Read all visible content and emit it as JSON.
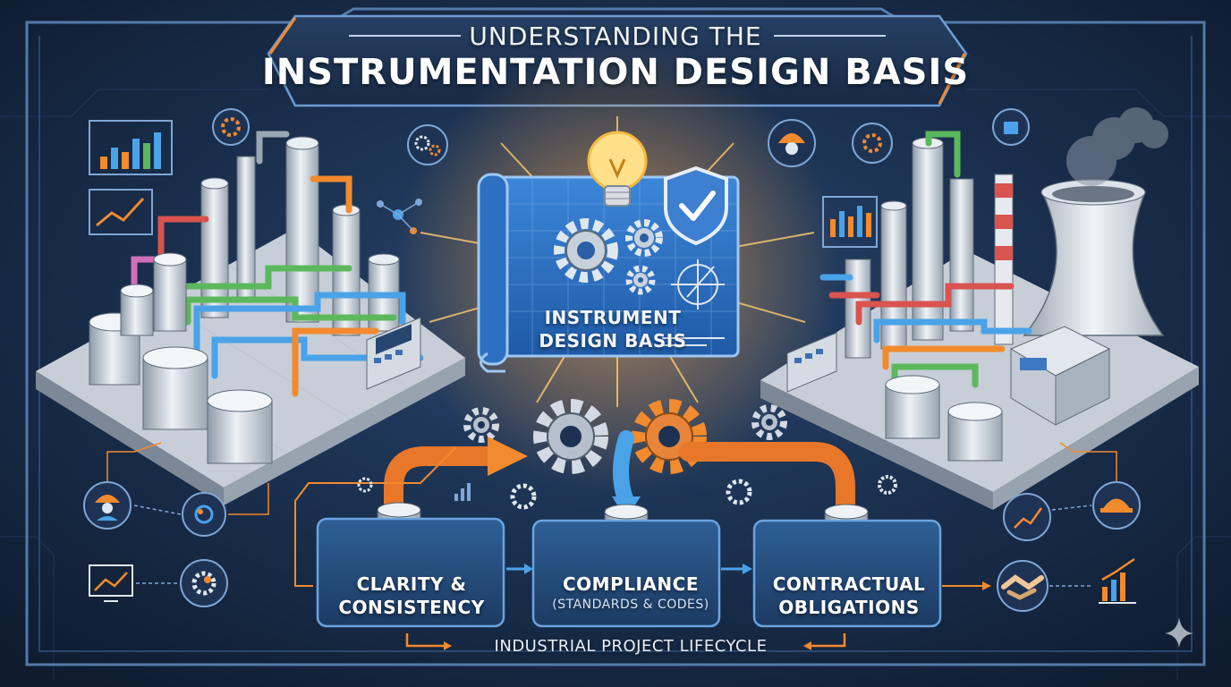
{
  "header": {
    "title_line1": "UNDERSTANDING THE",
    "title_line2": "INSTRUMENTATION DESIGN BASIS"
  },
  "blueprint": {
    "label": "INSTRUMENT\nDESIGN BASIS"
  },
  "flow": {
    "boxes": [
      {
        "label": "CLARITY &\nCONSISTENCY",
        "sublabel": ""
      },
      {
        "label": "COMPLIANCE",
        "sublabel": "(STANDARDS & CODES)"
      },
      {
        "label": "CONTRACTUAL\nOBLIGATIONS",
        "sublabel": ""
      }
    ],
    "lifecycle_label": "INDUSTRIAL PROJECT LIFECYCLE"
  },
  "colors": {
    "background": "#14233b",
    "panel": "#1d3a63",
    "accent_orange": "#f28a2e",
    "accent_blue": "#4aa3e8",
    "pipe_green": "#5cb85c",
    "pipe_red": "#d9534f",
    "steel": "#c9d2dc"
  },
  "icons": [
    "lightbulb-icon",
    "shield-check-icon",
    "gear-icon",
    "bar-chart-icon",
    "line-chart-icon",
    "hard-hat-worker-icon",
    "handshake-icon",
    "monitor-chart-icon",
    "network-icon",
    "factory-icon",
    "cooling-tower-icon"
  ]
}
